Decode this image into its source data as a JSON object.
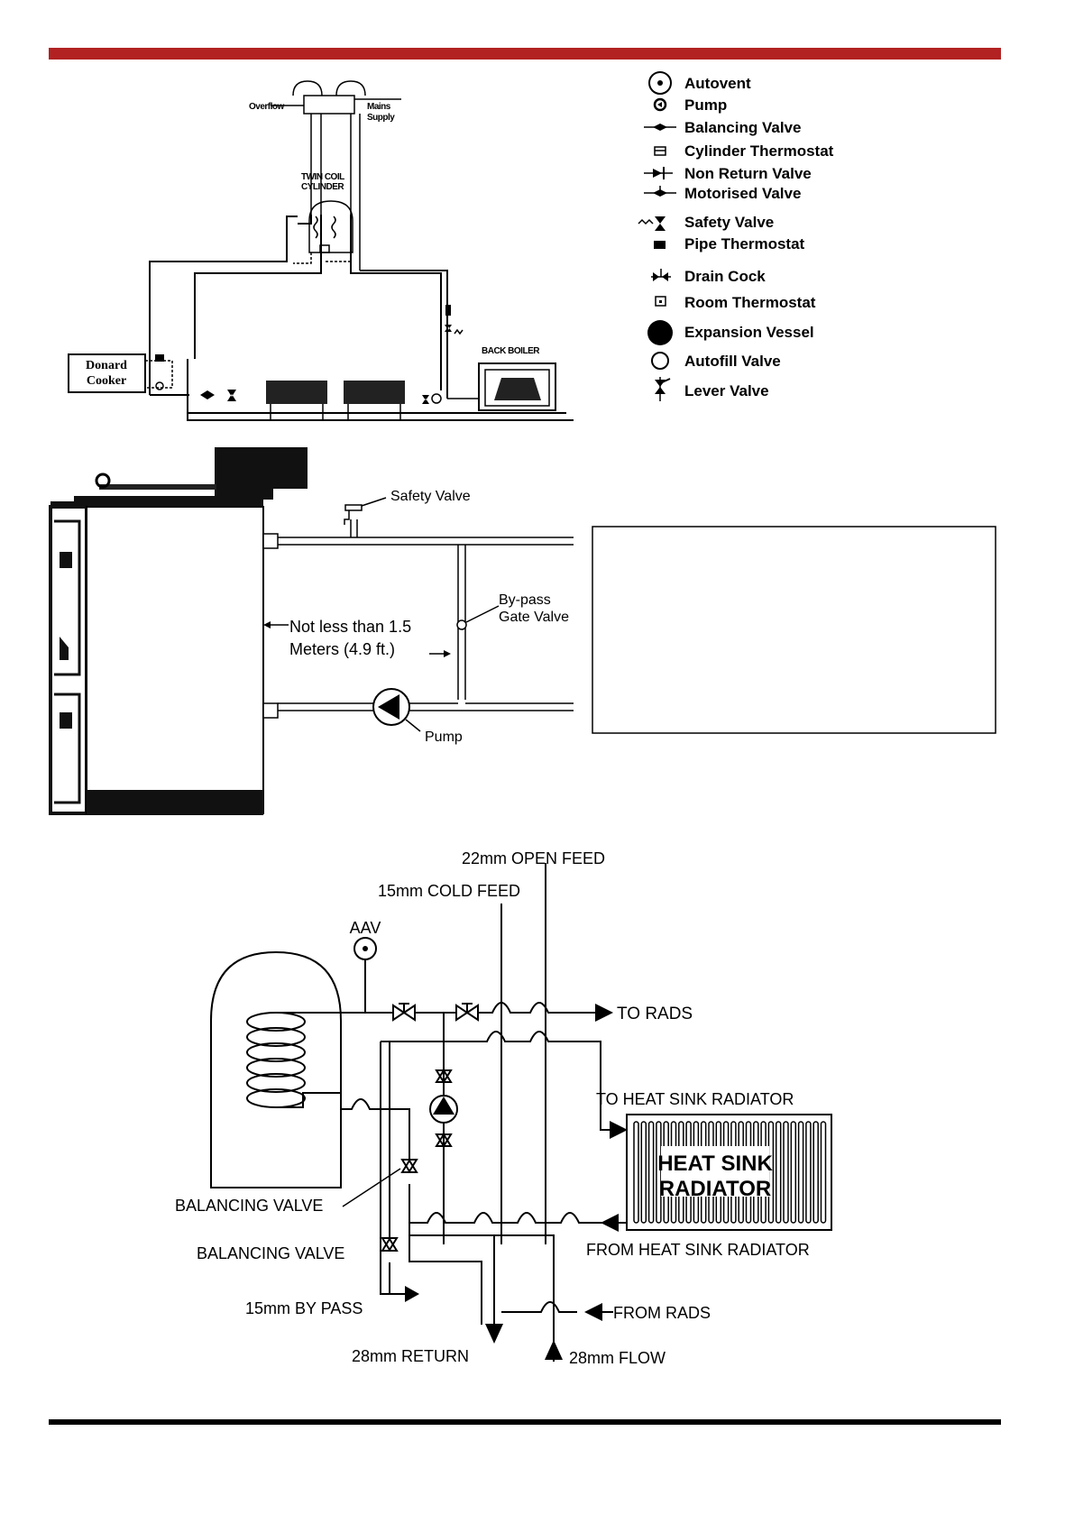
{
  "colors": {
    "header_bar": "#b22222",
    "footer_bar": "#000000"
  },
  "legend": [
    {
      "icon": "autovent-icon",
      "label": "Autovent"
    },
    {
      "icon": "pump-icon",
      "label": "Pump"
    },
    {
      "icon": "balancing-valve-icon",
      "label": "Balancing Valve"
    },
    {
      "icon": "cylinder-thermostat-icon",
      "label": "Cylinder Thermostat"
    },
    {
      "icon": "non-return-valve-icon",
      "label": "Non Return Valve"
    },
    {
      "icon": "motorised-valve-icon",
      "label": "Motorised Valve"
    },
    {
      "icon": "safety-valve-icon",
      "label": "Safety Valve"
    },
    {
      "icon": "pipe-thermostat-icon",
      "label": "Pipe Thermostat"
    },
    {
      "icon": "drain-cock-icon",
      "label": "Drain Cock"
    },
    {
      "icon": "room-thermostat-icon",
      "label": "Room Thermostat"
    },
    {
      "icon": "expansion-vessel-icon",
      "label": "Expansion Vessel"
    },
    {
      "icon": "autofill-valve-icon",
      "label": "Autofill Valve"
    },
    {
      "icon": "lever-valve-icon",
      "label": "Lever Valve"
    }
  ],
  "diagram1": {
    "overflow": "Overflow",
    "mains_1": "Mains",
    "mains_2": "Supply",
    "cylinder_1": "TWIN COIL",
    "cylinder_2": "CYLINDER",
    "back_boiler": "BACK BOILER",
    "cooker_1": "Donard",
    "cooker_2": "Cooker"
  },
  "diagram2": {
    "safety_valve": "Safety Valve",
    "bypass_1": "By-pass",
    "bypass_2": "Gate Valve",
    "distance_1": "Not less than 1.5",
    "distance_2": "Meters (4.9 ft.)",
    "pump": "Pump"
  },
  "diagram3": {
    "open_feed": "22mm OPEN FEED",
    "cold_feed": "15mm COLD FEED",
    "aav": "AAV",
    "to_rads": "TO RADS",
    "to_heat_sink": "TO HEAT SINK RADIATOR",
    "heat_sink_1": "HEAT SINK",
    "heat_sink_2": "RADIATOR",
    "from_heat_sink": "FROM HEAT SINK RADIATOR",
    "balancing_valve_1": "BALANCING VALVE",
    "balancing_valve_2": "BALANCING VALVE",
    "bypass": "15mm BY PASS",
    "from_rads": "FROM RADS",
    "return": "28mm RETURN",
    "flow": "28mm FLOW"
  }
}
